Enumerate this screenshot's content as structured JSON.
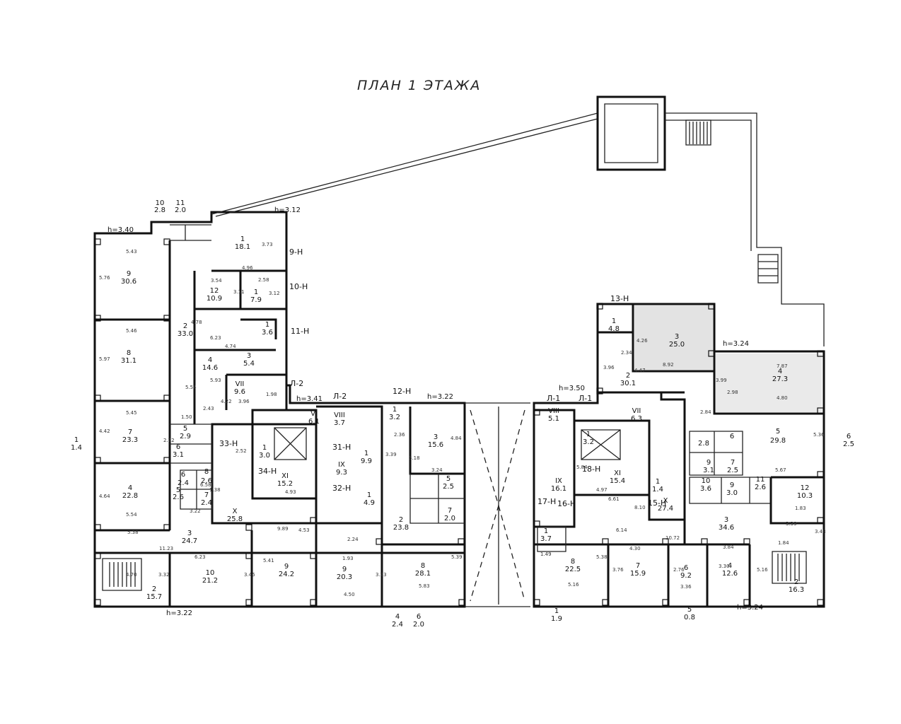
{
  "title": "ПЛАН 1 ЭТАЖА",
  "heights": [
    "h=3.40",
    "h=3.12",
    "h=3.41",
    "h=3.22",
    "h=3.50",
    "h=3.24",
    "h=3.22",
    "h=3.24"
  ],
  "unit_labels": [
    "9-Н",
    "10-Н",
    "11-Н",
    "12-Н",
    "13-Н",
    "31-Н",
    "32-Н",
    "33-Н",
    "34-Н",
    "15-Н",
    "16-Н",
    "17-Н",
    "18-Н",
    "Л-1",
    "Л-1",
    "Л-2",
    "Л-2"
  ],
  "rooms_left": [
    {
      "n": "9",
      "a": "30.6"
    },
    {
      "n": "8",
      "a": "31.1"
    },
    {
      "n": "7",
      "a": "23.3"
    },
    {
      "n": "4",
      "a": "22.8"
    },
    {
      "n": "3",
      "a": "24.7"
    },
    {
      "n": "2",
      "a": "15.7"
    },
    {
      "n": "10",
      "a": "21.2"
    },
    {
      "n": "9",
      "a": "24.2"
    },
    {
      "n": "1",
      "a": "18.1"
    },
    {
      "n": "12",
      "a": "10.9"
    },
    {
      "n": "1",
      "a": "7.9"
    },
    {
      "n": "2",
      "a": "33.0"
    },
    {
      "n": "1",
      "a": "3.6"
    },
    {
      "n": "4",
      "a": "14.6"
    },
    {
      "n": "3",
      "a": "5.4"
    },
    {
      "n": "VII",
      "a": "9.6"
    },
    {
      "n": "X",
      "a": "25.8"
    },
    {
      "n": "XI",
      "a": "15.2"
    },
    {
      "n": "1",
      "a": "3.0"
    },
    {
      "n": "VI",
      "a": "6.1"
    },
    {
      "n": "VIII",
      "a": "3.7"
    },
    {
      "n": "IX",
      "a": "9.3"
    },
    {
      "n": "1",
      "a": "9.9"
    },
    {
      "n": "1",
      "a": "4.9"
    },
    {
      "n": "1",
      "a": "3.2"
    },
    {
      "n": "3",
      "a": "15.6"
    },
    {
      "n": "2",
      "a": "23.8"
    },
    {
      "n": "5",
      "a": "2.5"
    },
    {
      "n": "7",
      "a": "2.0"
    },
    {
      "n": "9",
      "a": "20.3"
    },
    {
      "n": "8",
      "a": "28.1"
    },
    {
      "n": "5",
      "a": "2.9"
    },
    {
      "n": "6",
      "a": "3.1"
    },
    {
      "n": "8",
      "a": "2.6"
    },
    {
      "n": "6",
      "a": "2.4"
    },
    {
      "n": "5",
      "a": "2.6"
    },
    {
      "n": "7",
      "a": "2.4"
    }
  ],
  "rooms_right": [
    {
      "n": "1",
      "a": "4.8"
    },
    {
      "n": "3",
      "a": "25.0"
    },
    {
      "n": "2",
      "a": "30.1"
    },
    {
      "n": "4",
      "a": "27.3"
    },
    {
      "n": "VIII",
      "a": "5.1"
    },
    {
      "n": "VII",
      "a": "6.3"
    },
    {
      "n": "1",
      "a": "3.2"
    },
    {
      "n": "XI",
      "a": "15.4"
    },
    {
      "n": "IX",
      "a": "16.1"
    },
    {
      "n": "X",
      "a": "27.4"
    },
    {
      "n": "1",
      "a": "1.4"
    },
    {
      "n": "5",
      "a": "29.8"
    },
    {
      "n": "6",
      "a": "2.8"
    },
    {
      "n": "9",
      "a": "3.1"
    },
    {
      "n": "7",
      "a": "2.5"
    },
    {
      "n": "10",
      "a": "3.6"
    },
    {
      "n": "9",
      "a": "3.0"
    },
    {
      "n": "11",
      "a": "2.6"
    },
    {
      "n": "12",
      "a": "10.3"
    },
    {
      "n": "3",
      "a": "34.6"
    },
    {
      "n": "1",
      "a": "3.7"
    },
    {
      "n": "8",
      "a": "22.5"
    },
    {
      "n": "7",
      "a": "15.9"
    },
    {
      "n": "6",
      "a": "9.2"
    },
    {
      "n": "4",
      "a": "12.6"
    },
    {
      "n": "2",
      "a": "16.3"
    }
  ],
  "outside_labels": [
    {
      "n": "10",
      "a": "2.8"
    },
    {
      "n": "11",
      "a": "2.0"
    },
    {
      "n": "1",
      "a": "1.4"
    },
    {
      "n": "4",
      "a": "2.4"
    },
    {
      "n": "6",
      "a": "2.0"
    },
    {
      "n": "1",
      "a": "1.9"
    },
    {
      "n": "5",
      "a": "0.8"
    },
    {
      "n": "6",
      "a": "2.5"
    }
  ],
  "dimensions": [
    "5.43",
    "5.76",
    "5.46",
    "5.97",
    "5.45",
    "4.42",
    "4.64",
    "5.54",
    "5.38",
    "11.23",
    "6.23",
    "4.70",
    "3.32",
    "3.46",
    "5.41",
    "4.53",
    "9.89",
    "4.93",
    "4.96",
    "3.73",
    "3.54",
    "3.11",
    "2.58",
    "3.12",
    "4.78",
    "6.23",
    "4.74",
    "5.93",
    "2.43",
    "4.22",
    "3.96",
    "1.98",
    "5.54",
    "1.50",
    "2.72",
    "3.22",
    "1.38",
    "6.58",
    "2.52",
    "3.39",
    "3.18",
    "4.84",
    "3.24",
    "2.36",
    "5.39",
    "5.83",
    "4.50",
    "3.23",
    "2.24",
    "1.93",
    "7.87",
    "4.80",
    "5.36",
    "5.67",
    "8.92",
    "4.47",
    "3.96",
    "2.34",
    "4.26",
    "2.98",
    "3.99",
    "2.84",
    "5.84",
    "4.97",
    "6.61",
    "8.10",
    "5.38",
    "5.16",
    "4.30",
    "10.72",
    "3.76",
    "2.76",
    "3.36",
    "3.84",
    "3.30",
    "5.16",
    "1.84",
    "3.48",
    "3.39",
    "1.83",
    "1.49",
    "6.14"
  ]
}
